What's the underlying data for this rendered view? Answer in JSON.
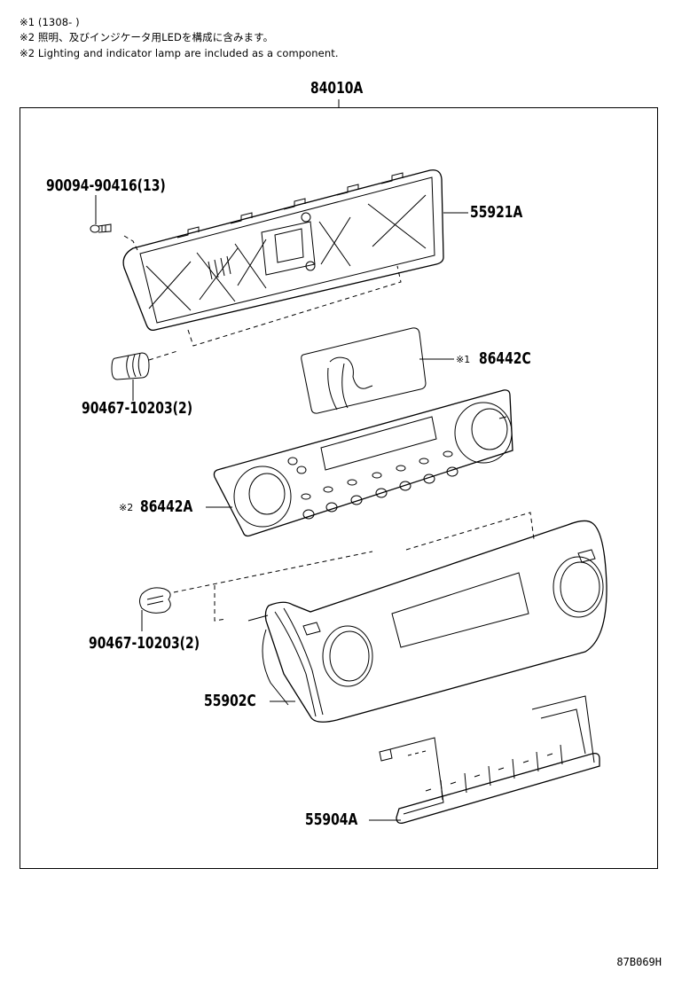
{
  "notes": [
    {
      "mark": "※1",
      "text": "(1308-      )"
    },
    {
      "mark": "※2",
      "text": "照明、及びインジケータ用LEDを構成に含みます。"
    },
    {
      "mark": "※2",
      "text": "Lighting and indicator lamp are included as a component."
    }
  ],
  "assembly": {
    "part_number": "84010A"
  },
  "parts": [
    {
      "id": "bolt",
      "part_number": "90094-90416(13)",
      "mark": ""
    },
    {
      "id": "case",
      "part_number": "55921A",
      "mark": ""
    },
    {
      "id": "bulb-upper",
      "part_number": "90467-10203(2)",
      "mark": ""
    },
    {
      "id": "board-c",
      "part_number": "86442C",
      "mark": "※1"
    },
    {
      "id": "board-a",
      "part_number": "86442A",
      "mark": "※2"
    },
    {
      "id": "clip-lower",
      "part_number": "90467-10203(2)",
      "mark": ""
    },
    {
      "id": "panel",
      "part_number": "55902C",
      "mark": ""
    },
    {
      "id": "switch-bracket",
      "part_number": "55904A",
      "mark": ""
    }
  ],
  "diagram_code": "87B069H"
}
